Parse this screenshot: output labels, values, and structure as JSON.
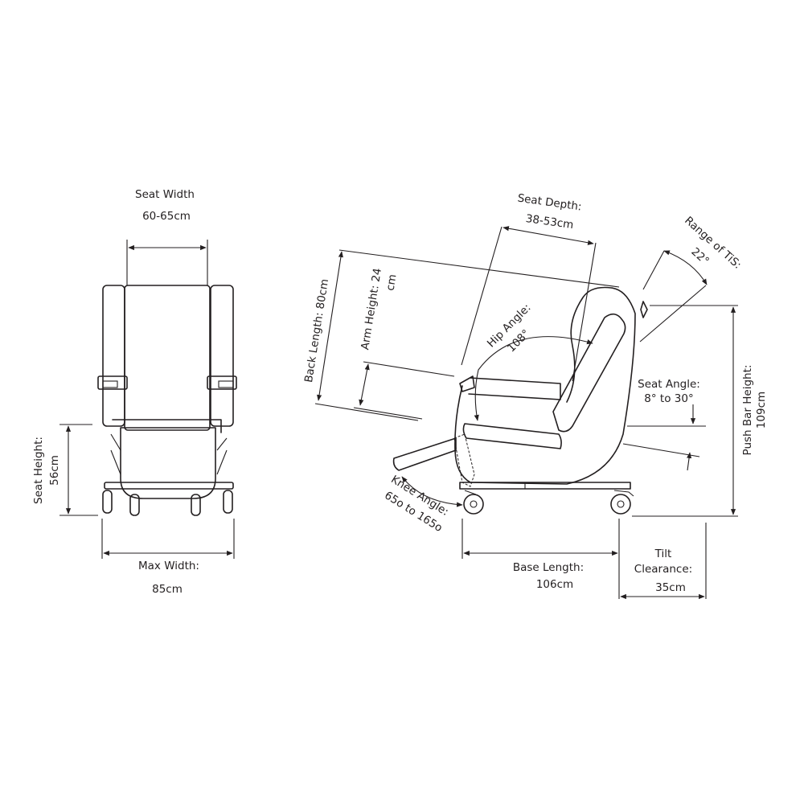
{
  "front_view": {
    "seat_width": {
      "label": "Seat Width",
      "value": "60-65cm"
    },
    "seat_height": {
      "label": "Seat Height:",
      "value": "56cm"
    },
    "max_width": {
      "label": "Max Width:",
      "value": "85cm"
    }
  },
  "side_view": {
    "seat_depth": {
      "label": "Seat Depth:",
      "value": "38-53cm"
    },
    "range_of_tis": {
      "label": "Range of TiS:",
      "value": "22°"
    },
    "back_length": {
      "label": "Back Length: 80cm"
    },
    "arm_height": {
      "label": "Arm Height: 24",
      "unit": "cm"
    },
    "hip_angle": {
      "label": "Hip Angle:",
      "value": "108°"
    },
    "seat_angle": {
      "label": "Seat Angle:",
      "value": "8° to 30°"
    },
    "push_bar_height": {
      "label": "Push Bar Height:",
      "value": "109cm"
    },
    "knee_angle": {
      "label": "Knee Angle:",
      "value": "65o to 165o"
    },
    "base_length": {
      "label": "Base Length:",
      "value": "106cm"
    },
    "tilt_clearance": {
      "label": "Tilt",
      "label2": "Clearance:",
      "value": "35cm"
    }
  }
}
